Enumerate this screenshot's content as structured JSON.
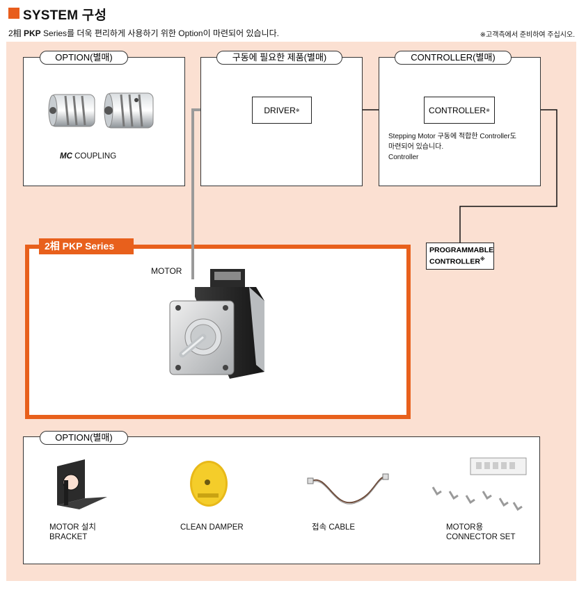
{
  "header": {
    "title": "SYSTEM 구성",
    "subtitle_prefix": "2相 ",
    "subtitle_bold": "PKP",
    "subtitle_suffix": " Series를 더욱 편리하게 사용하기 위한 Option이 마련되어 있습니다.",
    "note": "※고객측에서 준비하여 주십시오."
  },
  "top_sections": {
    "option": {
      "tab": "OPTION(별매)",
      "item_bold": "MC",
      "item_rest": " COUPLING"
    },
    "needed": {
      "tab": "구동에 필요한 제품(별매)",
      "driver": "DRIVER",
      "driver_mark": "※"
    },
    "controller": {
      "tab": "CONTROLLER(별매)",
      "node": "CONTROLLER",
      "node_mark": "※",
      "desc_line1": "Stepping Motor 구동에 적합한 Controller도",
      "desc_line2": "마련되어 있습니다.",
      "desc_line3": "Controller"
    }
  },
  "plc": {
    "line1": "PROGRAMMABLE",
    "line2": "CONTROLLER",
    "mark": "※"
  },
  "series": {
    "tag": "2相 PKP Series",
    "motor_label": "MOTOR"
  },
  "bottom_option": {
    "tab": "OPTION(별매)",
    "items": [
      {
        "line1": "MOTOR 설치",
        "line2": "BRACKET"
      },
      {
        "line1": "CLEAN DAMPER",
        "line2": ""
      },
      {
        "line1": "접속 CABLE",
        "line2": ""
      },
      {
        "line1": "MOTOR용",
        "line2": "CONNECTOR SET"
      }
    ]
  },
  "colors": {
    "accent": "#e8601c",
    "background": "#fbe0d2",
    "connector_gray": "#9a9a9a"
  }
}
